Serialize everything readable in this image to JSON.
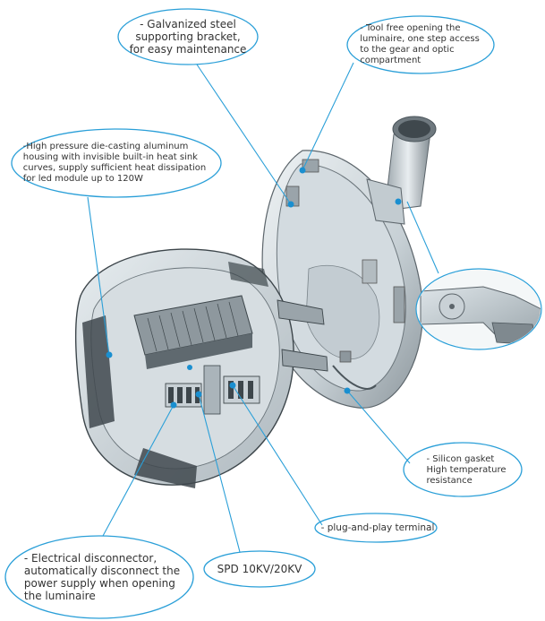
{
  "callouts": {
    "bracket": "- Galvanized steel\nsupporting bracket,\nfor easy maintenance",
    "tool_free": "- Tool free opening the\nluminaire, one step access\nto the gear and optic\ncompartment",
    "housing": "-High pressure die-casting aluminum\nhousing with invisible built-in heat sink\ncurves, supply sufficient heat dissipation\nfor led module up to 120W",
    "gasket": "- Silicon gasket\n  High temperature\n  resistance",
    "plug": "- plug-and-play terminal",
    "spd": "SPD 10KV/20KV",
    "disconnector": "- Electrical disconnector,\nautomatically disconnect the\npower supply when opening\nthe luminaire"
  },
  "colors": {
    "callout_outline": "#2a9fd8",
    "leader_line": "#2a9fd8",
    "leader_dot": "#1a8fd0",
    "metal_light": "#dfe6ea",
    "metal_mid": "#b8c3c9",
    "metal_dark": "#5c656b",
    "background": "#ffffff"
  }
}
